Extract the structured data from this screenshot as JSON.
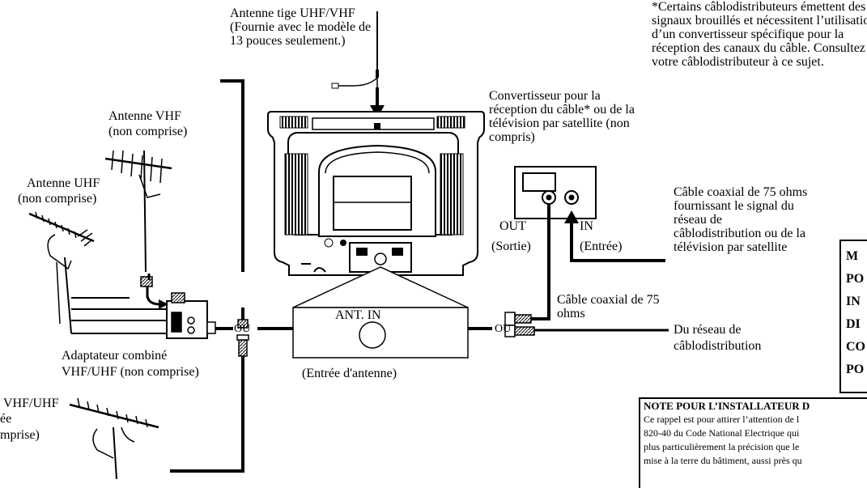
{
  "labels": {
    "rod_antenna": "Antenne tige UHF/VHF (Fournie avec le modèle de 13 pouces seulement.)",
    "vhf_antenna_1": "Antenne VHF",
    "vhf_antenna_2": "(non comprise)",
    "uhf_antenna_1": "Antenne UHF",
    "uhf_antenna_2": "(non comprise)",
    "converter": "Convertisseur pour la réception du câble* ou de la télévision par satellite (non compris)",
    "scramble_note": "*Certains câblodistributeurs émettent des signaux brouillés et nécessitent l’utilisation d’un convertisseur spécifique pour la réception des canaux du câble. Consultez votre câblodistributeur à ce sujet.",
    "out_1": "OUT",
    "out_2": "(Sortie)",
    "in_1": "IN",
    "in_2": "(Entrée)",
    "coax_feed": "Câble coaxial de 75 ohms fournissant le signal du réseau de câblodistribution ou de la télévision par satellite",
    "coax_75": "Câble coaxial de 75 ohms",
    "ou_left": "OU",
    "ou_right": "OU",
    "ant_in": "ANT. IN",
    "ant_in_caption": "(Entrée d'antenne)",
    "adapter_1": "Adaptateur combiné",
    "adapter_2": "VHF/UHF (non comprise)",
    "cable_network_1": "Du réseau de",
    "cable_network_2": "câblodistribution",
    "combo_1": "VHF/UHF",
    "combo_2": "ée",
    "combo_3": "mprise)"
  },
  "warning_box": {
    "lines": [
      "M",
      "PO",
      "IN",
      "DI",
      "CO",
      "PO"
    ]
  },
  "installer_note": {
    "title": "NOTE POUR L’INSTALLATEUR D",
    "lines": [
      "Ce rappel est pour attirer l’attention de l",
      "820-40 du Code National Electrique qui",
      "plus particulièrement la précision que le",
      "mise à la terre du bâtiment, aussi près qu"
    ]
  }
}
